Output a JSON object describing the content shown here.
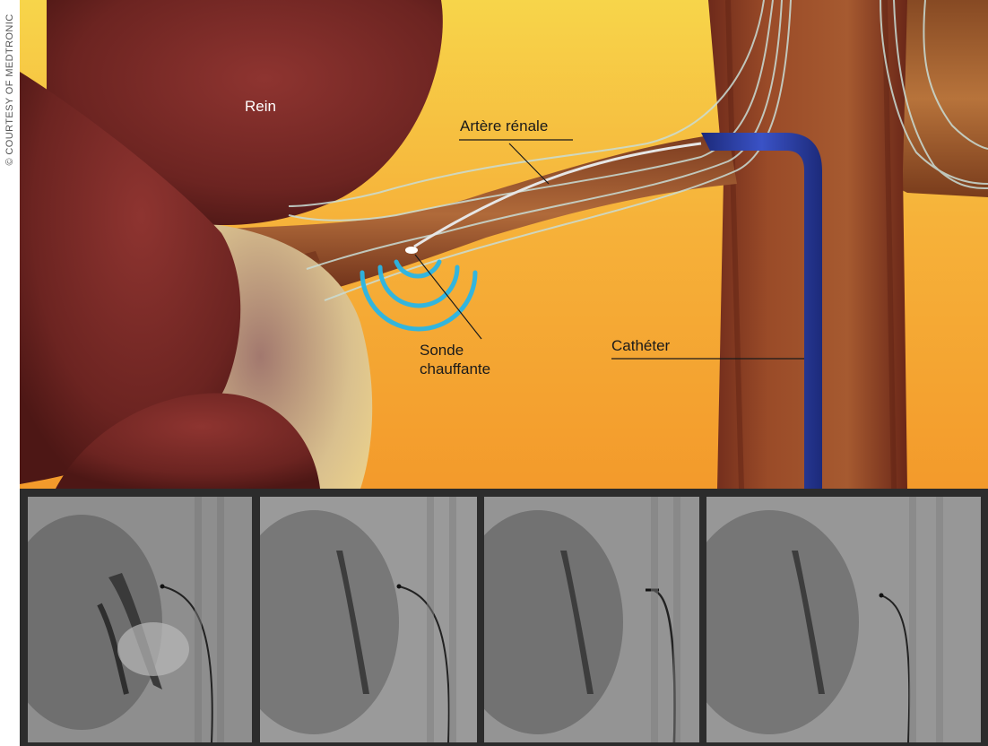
{
  "credit": "© COURTESY OF MEDTRONIC",
  "labels": {
    "kidney": "Rein",
    "renal_artery": "Artère rénale",
    "heating_probe_line1": "Sonde",
    "heating_probe_line2": "chauffante",
    "catheter": "Cathéter"
  },
  "colors": {
    "background_top": "#f4c53e",
    "background_bottom": "#f39a2b",
    "kidney": "#7a2a26",
    "artery": "#8a4a26",
    "aorta": "#8a3a22",
    "catheter": "#2e3fa6",
    "heat_waves": "#29b6e6",
    "nerves": "#c9ddd6",
    "fluoro_panel": "#8c8c8c",
    "strip_border": "#2c2c2c"
  },
  "icons": [
    "kidney-shape",
    "renal-artery",
    "aorta",
    "catheter",
    "heat-wave-icon",
    "nerve-fibers"
  ],
  "panels": [
    {
      "name": "fluoroscopy-panel-1"
    },
    {
      "name": "fluoroscopy-panel-2"
    },
    {
      "name": "fluoroscopy-panel-3"
    },
    {
      "name": "fluoroscopy-panel-4"
    }
  ]
}
